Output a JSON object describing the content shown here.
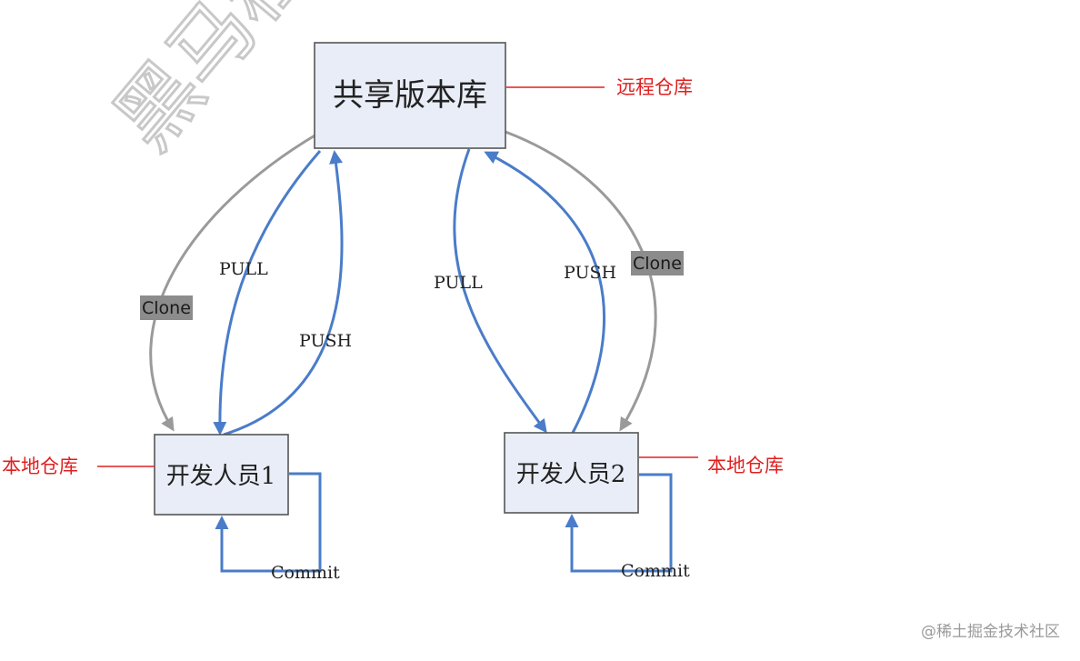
{
  "watermark": "黑马程序员",
  "nodes": {
    "shared_repo": "共享版本库",
    "developer1": "开发人员1",
    "developer2": "开发人员2"
  },
  "annotations": {
    "remote_repo": "远程仓库",
    "local_repo_left": "本地仓库",
    "local_repo_right": "本地仓库"
  },
  "edges": {
    "clone_left": "Clone",
    "pull_left": "PULL",
    "push_left": "PUSH",
    "pull_right": "PULL",
    "push_right": "PUSH",
    "clone_right": "Clone",
    "commit_left": "Commit",
    "commit_right": "Commit"
  },
  "footer": "@稀土掘金技术社区",
  "colors": {
    "arrow_blue": "#4a7cc9",
    "arrow_gray": "#9a9a9a",
    "annotation_red": "#e02020",
    "box_fill": "#e9edf7"
  }
}
